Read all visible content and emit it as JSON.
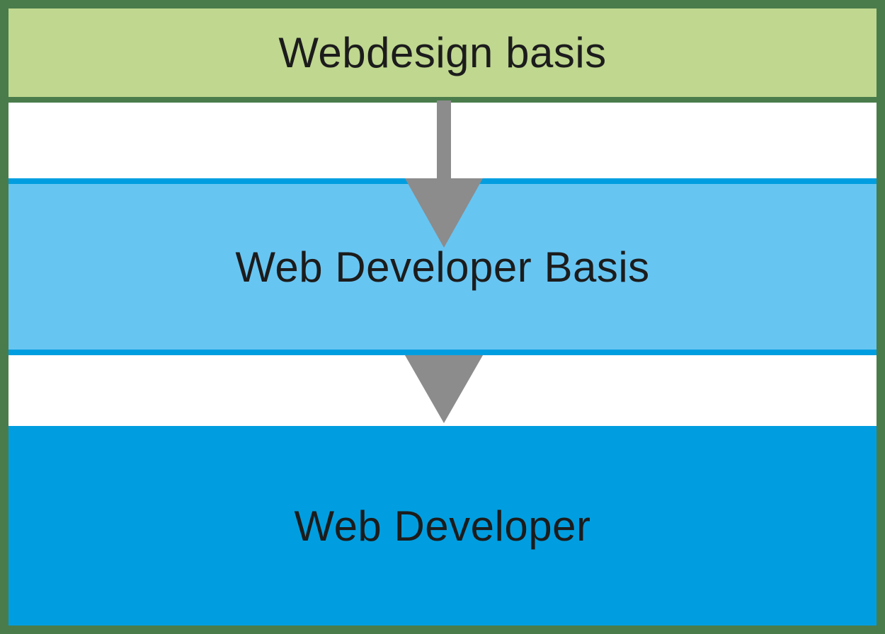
{
  "stages": [
    {
      "label": "Webdesign basis",
      "color": "#bfd78f"
    },
    {
      "label": "Web Developer Basis",
      "color": "#67c5f2"
    },
    {
      "label": "Web Developer",
      "color": "#009ee0"
    }
  ],
  "colors": {
    "frame": "#4a7c4b",
    "arrow": "#8c8c8c",
    "stage_border": "#009ee0",
    "text": "#1c1c1c"
  },
  "icons": {
    "arrow_1": "arrow-down-icon",
    "arrow_2": "arrow-down-icon"
  }
}
